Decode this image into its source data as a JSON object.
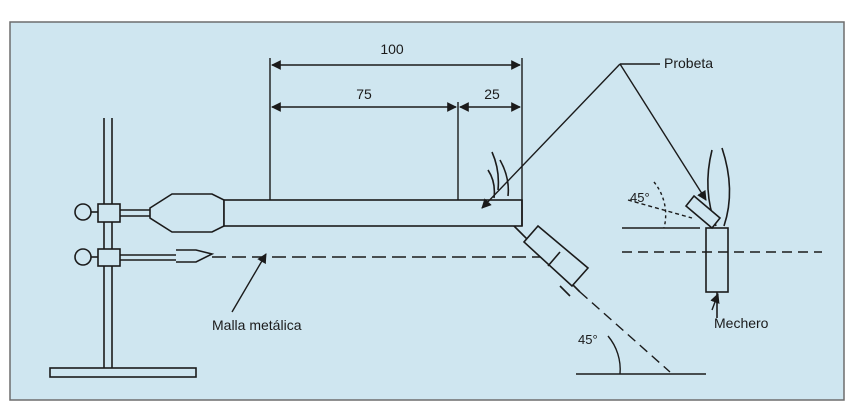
{
  "colors": {
    "panel": "#cfe6f0",
    "border": "#6d6d6d",
    "ink": "#1b1b1b",
    "dash": "#2a2a2a"
  },
  "dimensions": {
    "total": "100",
    "left_segment": "75",
    "right_segment": "25"
  },
  "labels": {
    "probeta": "Probeta",
    "malla": "Malla metálica",
    "mechero": "Mechero",
    "angle_upper": "45°",
    "angle_lower": "45°"
  }
}
